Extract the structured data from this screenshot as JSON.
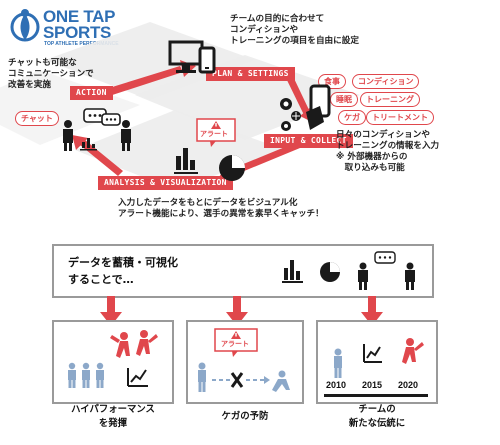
{
  "logo": {
    "line1": "ONE TAP",
    "line2": "SPORTS",
    "tagline": "TOP ATHLETE PERFORMANCE",
    "color": "#2f6fb4"
  },
  "colors": {
    "accent": "#e0474c",
    "grey_box": "#9a9a9a",
    "icon_dark": "#1a1a1a",
    "icon_blue": "#8ca8c9"
  },
  "cycle": {
    "plan": {
      "label": "PLAN & SETTINGS",
      "desc": [
        "チームの目的に合わせて",
        "コンディションや",
        "トレーニングの項目を自由に設定"
      ],
      "icon": "monitor-phone-icon"
    },
    "input": {
      "label": "INPUT & COLLECT",
      "desc": [
        "日々のコンディションや",
        "トレーニングの情報を入力",
        "※ 外部機器からの",
        "　取り込みも可能"
      ],
      "pills": [
        "食事",
        "コンディション",
        "睡眠",
        "トレーニング",
        "ケガ",
        "トリートメント"
      ],
      "icon": "phone-hand-icon"
    },
    "analysis": {
      "label": "ANALYSIS & VISUALIZATION",
      "desc": [
        "入力したデータをもとにデータをビジュアル化",
        "アラート機能により、選手の異常を素早くキャッチ！"
      ],
      "alert_label": "アラート",
      "icon": "charts-icon"
    },
    "action": {
      "label": "ACTION",
      "desc": [
        "チャットも可能な",
        "コミュニケーションで",
        "改善を実施"
      ],
      "chat_label": "チャット",
      "icon": "team-chat-icon"
    }
  },
  "summary": {
    "lead": [
      "データを蓄積・可視化",
      "することで…"
    ]
  },
  "outcomes": [
    {
      "caption": [
        "ハイパフォーマンス",
        "を発揮"
      ],
      "icon": "athletes-growth-icon"
    },
    {
      "caption": [
        "ケガの予防"
      ],
      "alert_label": "アラート",
      "icon": "injury-prevention-icon"
    },
    {
      "caption": [
        "チームの",
        "新たな伝統に"
      ],
      "years": [
        "2010",
        "2015",
        "2020"
      ],
      "icon": "timeline-icon"
    }
  ]
}
